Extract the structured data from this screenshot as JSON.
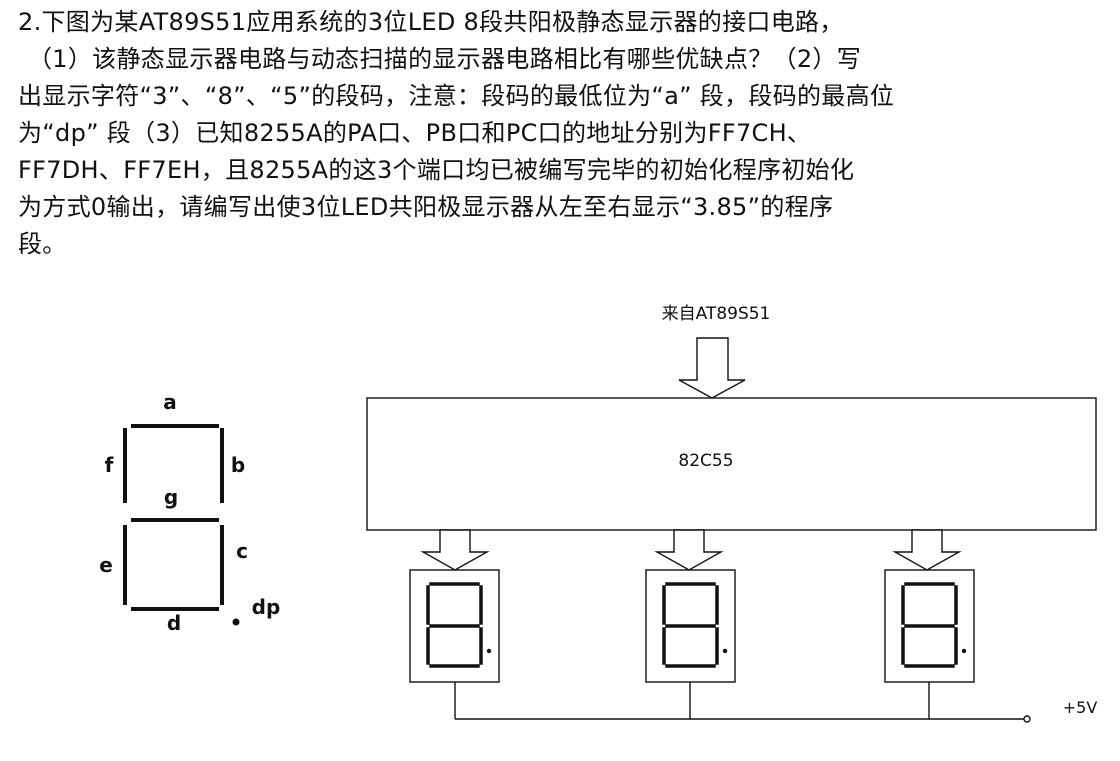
{
  "question": {
    "lines": [
      "2.下图为某AT89S51应用系统的3位LED 8段共阳极静态显示器的接口电路，",
      "（1）该静态显示器电路与动态扫描的显示器电路相比有哪些优缺点？（2）写",
      "出显示字符“3”、“8”、“5”的段码，注意：段码的最低位为“a” 段，段码的最高位",
      "为“dp” 段（3）已知8255A的PA口、PB口和PC口的地址分别为FF7CH、",
      "FF7DH、FF7EH，且8255A的这3个端口均已被编写完毕的初始化程序初始化",
      "为方式0输出，请编写出使3位LED共阳极显示器从左至右显示“3.85”的程序",
      "段。"
    ]
  },
  "segment_diagram": {
    "labels": {
      "a": "a",
      "b": "b",
      "c": "c",
      "d": "d",
      "e": "e",
      "f": "f",
      "g": "g",
      "dp": "dp"
    }
  },
  "circuit": {
    "source_label": "来自AT89S51",
    "chip_label": "82C55",
    "supply_label": "+5V",
    "display_count": 3
  }
}
